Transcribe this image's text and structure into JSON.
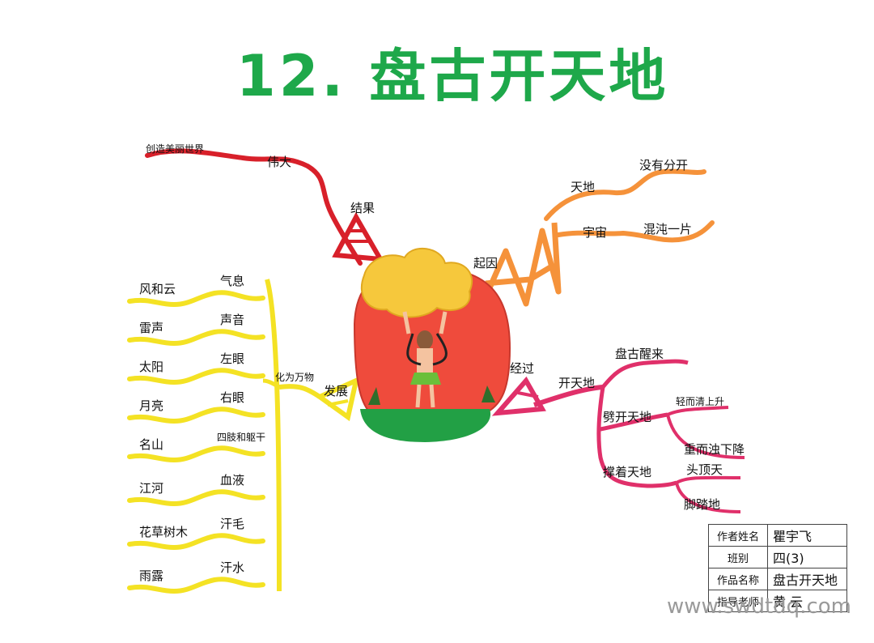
{
  "title": "12. 盘古开天地",
  "center": "盘古",
  "colors": {
    "red": "#d8202a",
    "orange": "#f5923a",
    "pink": "#e0306a",
    "yellow": "#f4e224",
    "title": "#1ea84a"
  },
  "branches": {
    "result": {
      "label": "结果",
      "sub": "伟大",
      "leaf": "创造美丽世界"
    },
    "cause": {
      "label": "起因",
      "items": [
        {
          "label": "天地",
          "leaf": "没有分开"
        },
        {
          "label": "宇宙",
          "leaf": "混沌一片"
        }
      ]
    },
    "process": {
      "label": "经过",
      "sub": "开天地",
      "items": [
        {
          "label": "盘古醒来"
        },
        {
          "label": "劈开天地",
          "leaves": [
            "轻而清上升",
            "重而浊下降"
          ]
        },
        {
          "label": "撑着天地",
          "leaves": [
            "头顶天",
            "脚踏地"
          ]
        }
      ]
    },
    "development": {
      "label": "发展",
      "sub": "化为万物",
      "pairs": [
        {
          "a": "风和云",
          "b": "气息"
        },
        {
          "a": "雷声",
          "b": "声音"
        },
        {
          "a": "太阳",
          "b": "左眼"
        },
        {
          "a": "月亮",
          "b": "右眼"
        },
        {
          "a": "名山",
          "b": "四肢和躯干"
        },
        {
          "a": "江河",
          "b": "血液"
        },
        {
          "a": "花草树木",
          "b": "汗毛"
        },
        {
          "a": "雨露",
          "b": "汗水"
        }
      ]
    }
  },
  "info": {
    "author_k": "作者姓名",
    "author_v": "瞿宇飞",
    "class_k": "班别",
    "class_v": "四(3)",
    "work_k": "作品名称",
    "work_v": "盘古开天地",
    "teacher_k": "指导老师",
    "teacher_v": "黄  云"
  },
  "watermark": "www.swdtdq.com"
}
